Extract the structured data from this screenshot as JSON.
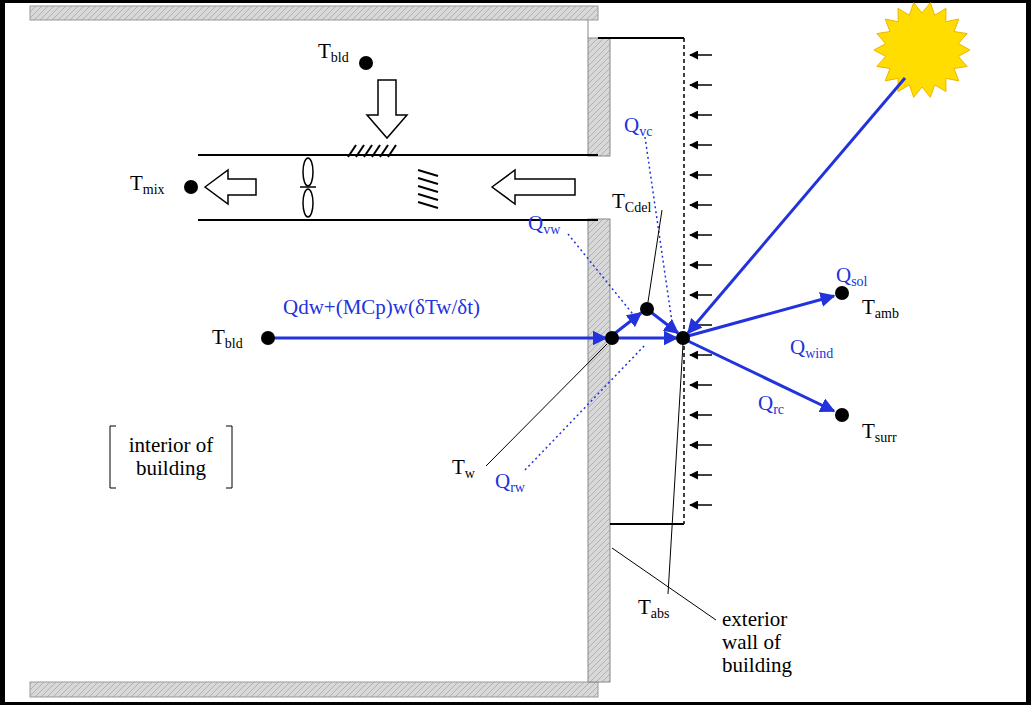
{
  "diagram": {
    "labels": [
      "Tbld",
      "Tmix",
      "TCdel",
      "Qvc",
      "Qsol",
      "Qvw",
      "Tamb",
      "Qwind",
      "Tbld",
      "Qdw+(MCp)w(δTw/δt)",
      "interior of building",
      "Tw",
      "Qrw",
      "Qrc",
      "Tsurr",
      "Tabs",
      "exterior wall of building"
    ]
  }
}
